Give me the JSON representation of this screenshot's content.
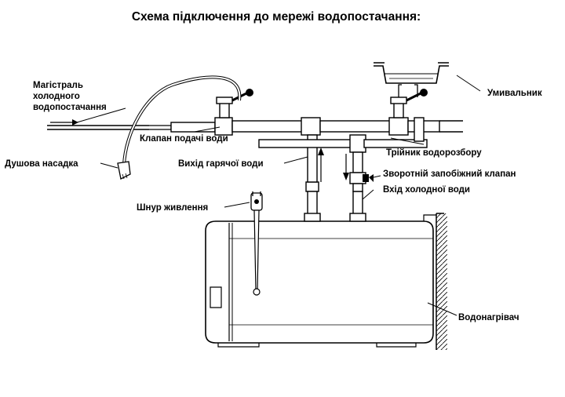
{
  "title": "Схема підключення до мережі водопостачання:",
  "labels": {
    "main_line": [
      "Магістраль",
      "холодного",
      "водопостачання"
    ],
    "shower_head": "Душова насадка",
    "supply_valve": "Клапан подачі води",
    "hot_outlet": "Вихід гарячої води",
    "power_cord": "Шнур живлення",
    "sink": "Умивальник",
    "tee": "Трійник водорозбору",
    "check_valve": "Зворотній запобіжний клапан",
    "cold_inlet": "Вхід холодної води",
    "heater": "Водонагрівач"
  }
}
